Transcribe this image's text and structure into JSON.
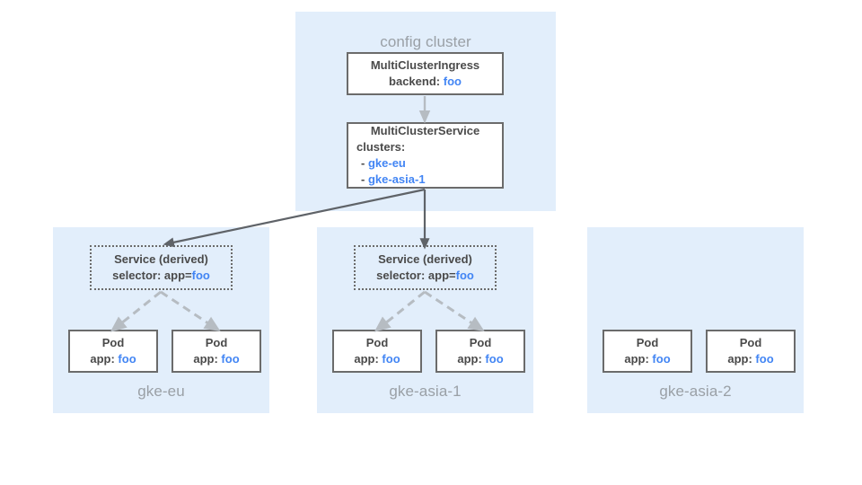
{
  "diagram": {
    "title_config_cluster": "config cluster",
    "config_nodes": {
      "ingress": {
        "kind": "MultiClusterIngress",
        "field": "backend:",
        "value": "foo"
      },
      "service": {
        "kind": "MultiClusterService",
        "field": "clusters:",
        "clusters": [
          {
            "bullet": "-",
            "name": "gke-eu"
          },
          {
            "bullet": "-",
            "name": "gke-asia-1"
          }
        ]
      }
    },
    "clusters": [
      {
        "label": "gke-eu",
        "derived_service": {
          "title": "Service (derived)",
          "selector_label": "selector: app=",
          "selector_value": "foo"
        },
        "pods": [
          {
            "title": "Pod",
            "label": "app:",
            "value": "foo"
          },
          {
            "title": "Pod",
            "label": "app:",
            "value": "foo"
          }
        ]
      },
      {
        "label": "gke-asia-1",
        "derived_service": {
          "title": "Service (derived)",
          "selector_label": "selector: app=",
          "selector_value": "foo"
        },
        "pods": [
          {
            "title": "Pod",
            "label": "app:",
            "value": "foo"
          },
          {
            "title": "Pod",
            "label": "app:",
            "value": "foo"
          }
        ]
      },
      {
        "label": "gke-asia-2",
        "derived_service": null,
        "pods": [
          {
            "title": "Pod",
            "label": "app:",
            "value": "foo"
          },
          {
            "title": "Pod",
            "label": "app:",
            "value": "foo"
          }
        ]
      }
    ],
    "colors": {
      "panel_background": "#e2eefb",
      "accent_blue": "#4285f4",
      "node_border": "#6b6b6b",
      "node_text": "#4a4a4a",
      "panel_label": "#9aa0a6",
      "arrow_solid": "#5f6368",
      "arrow_light": "#b6bcc2",
      "canvas": "#ffffff"
    }
  }
}
